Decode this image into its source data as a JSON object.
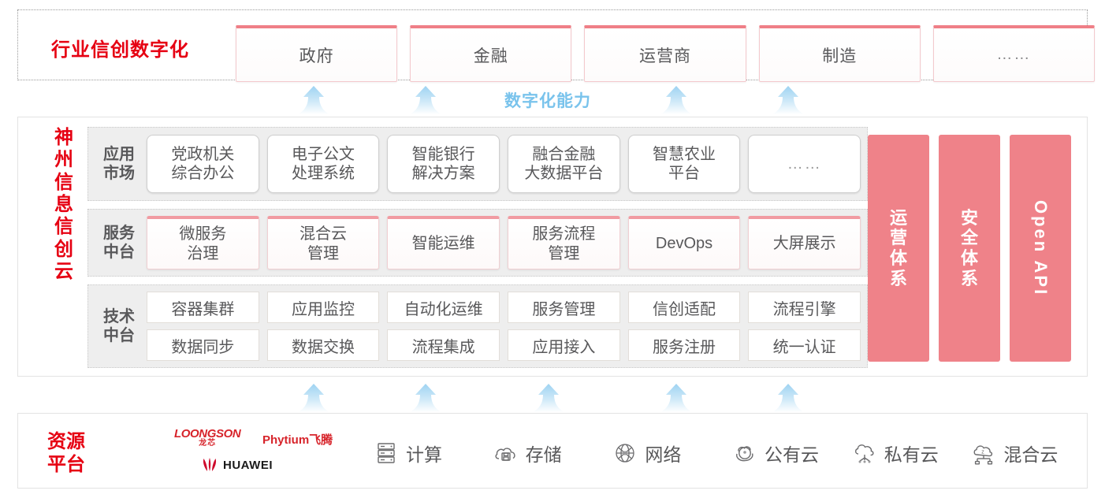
{
  "industry": {
    "title": "行业信创数字化",
    "boxes": [
      {
        "label": "政府"
      },
      {
        "label": "金融"
      },
      {
        "label": "运营商"
      },
      {
        "label": "制造"
      },
      {
        "label": "……"
      }
    ]
  },
  "capability": {
    "label": "数字化能力",
    "arrow_count_top": 4,
    "arrow_count_bottom": 5,
    "color": "#79c3ec"
  },
  "cloud": {
    "title": "神州信息信创云",
    "accent_red": "#e60012",
    "pillar_color": "#ef8289",
    "rows": [
      {
        "label": "应用\n市场",
        "label_line1": "应用",
        "label_line2": "市场",
        "cells": [
          {
            "line1": "党政机关",
            "line2": "综合办公"
          },
          {
            "line1": "电子公文",
            "line2": "处理系统"
          },
          {
            "line1": "智能银行",
            "line2": "解决方案"
          },
          {
            "line1": "融合金融",
            "line2": "大数据平台"
          },
          {
            "line1": "智慧农业",
            "line2": "平台"
          },
          {
            "line1": "……",
            "line2": ""
          }
        ]
      },
      {
        "label_line1": "服务",
        "label_line2": "中台",
        "cells": [
          {
            "line1": "微服务",
            "line2": "治理"
          },
          {
            "line1": "混合云",
            "line2": "管理"
          },
          {
            "line1": "智能运维",
            "line2": ""
          },
          {
            "line1": "服务流程",
            "line2": "管理"
          },
          {
            "line1": "DevOps",
            "line2": ""
          },
          {
            "line1": "大屏展示",
            "line2": ""
          }
        ]
      },
      {
        "label_line1": "技术",
        "label_line2": "中台",
        "cells": [
          {
            "line1": "容器集群"
          },
          {
            "line1": "应用监控"
          },
          {
            "line1": "自动化运维"
          },
          {
            "line1": "服务管理"
          },
          {
            "line1": "信创适配"
          },
          {
            "line1": "流程引擎"
          },
          {
            "line1": "数据同步"
          },
          {
            "line1": "数据交换"
          },
          {
            "line1": "流程集成"
          },
          {
            "line1": "应用接入"
          },
          {
            "line1": "服务注册"
          },
          {
            "line1": "统一认证"
          }
        ]
      }
    ],
    "pillars": [
      {
        "label": "运营体系",
        "orientation": "cjk-vertical"
      },
      {
        "label": "安全体系",
        "orientation": "cjk-vertical"
      },
      {
        "label": "Open API",
        "orientation": "latin-vertical"
      }
    ]
  },
  "resource": {
    "title": "资源平台",
    "vendors": [
      {
        "name": "LOONGSON",
        "sub": "龙芯",
        "icon": "loongson-logo"
      },
      {
        "name": "Phytium飞腾",
        "icon": "phytium-logo"
      },
      {
        "name": "HUAWEI",
        "icon": "huawei-logo"
      }
    ],
    "items": [
      {
        "label": "计算",
        "icon": "server-rack-icon"
      },
      {
        "label": "存储",
        "icon": "cloud-storage-icon"
      },
      {
        "label": "网络",
        "icon": "network-globe-icon"
      },
      {
        "label": "公有云",
        "icon": "public-cloud-icon"
      },
      {
        "label": "私有云",
        "icon": "private-cloud-icon"
      },
      {
        "label": "混合云",
        "icon": "hybrid-cloud-icon"
      }
    ]
  }
}
